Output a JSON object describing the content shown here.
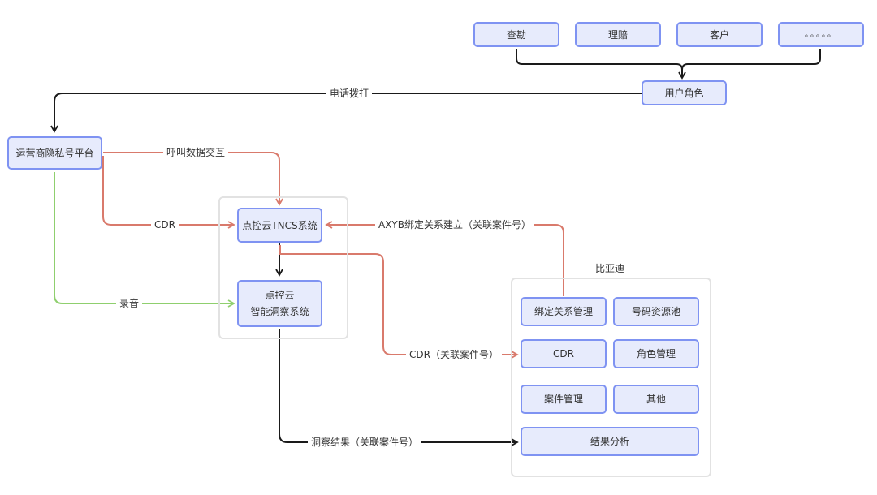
{
  "roles": {
    "items": [
      "查勘",
      "理赔",
      "客户",
      "。。。。。"
    ],
    "target": "用户角色"
  },
  "nodes": {
    "operator_platform": "运营商隐私号平台",
    "tncs": "点控云TNCS系统",
    "insight_line1": "点控云",
    "insight_line2": "智能洞察系统"
  },
  "byd": {
    "title": "比亚迪",
    "modules": [
      "绑定关系管理",
      "号码资源池",
      "CDR",
      "角色管理",
      "案件管理",
      "其他",
      "结果分析"
    ]
  },
  "edges": {
    "phone_call": "电话拨打",
    "call_data": "呼叫数据交互",
    "cdr": "CDR",
    "recording": "录音",
    "axyb_binding": "AXYB绑定关系建立（关联案件号）",
    "cdr_case": "CDR（关联案件号）",
    "insight_result": "洞察结果（关联案件号）"
  },
  "colors": {
    "node_fill": "#e7ebfc",
    "node_border": "#7f93f2",
    "group_border": "#e2e2e2",
    "edge_black": "#1a1a1a",
    "edge_red": "#d97a6c",
    "edge_green": "#8fcf6e"
  }
}
